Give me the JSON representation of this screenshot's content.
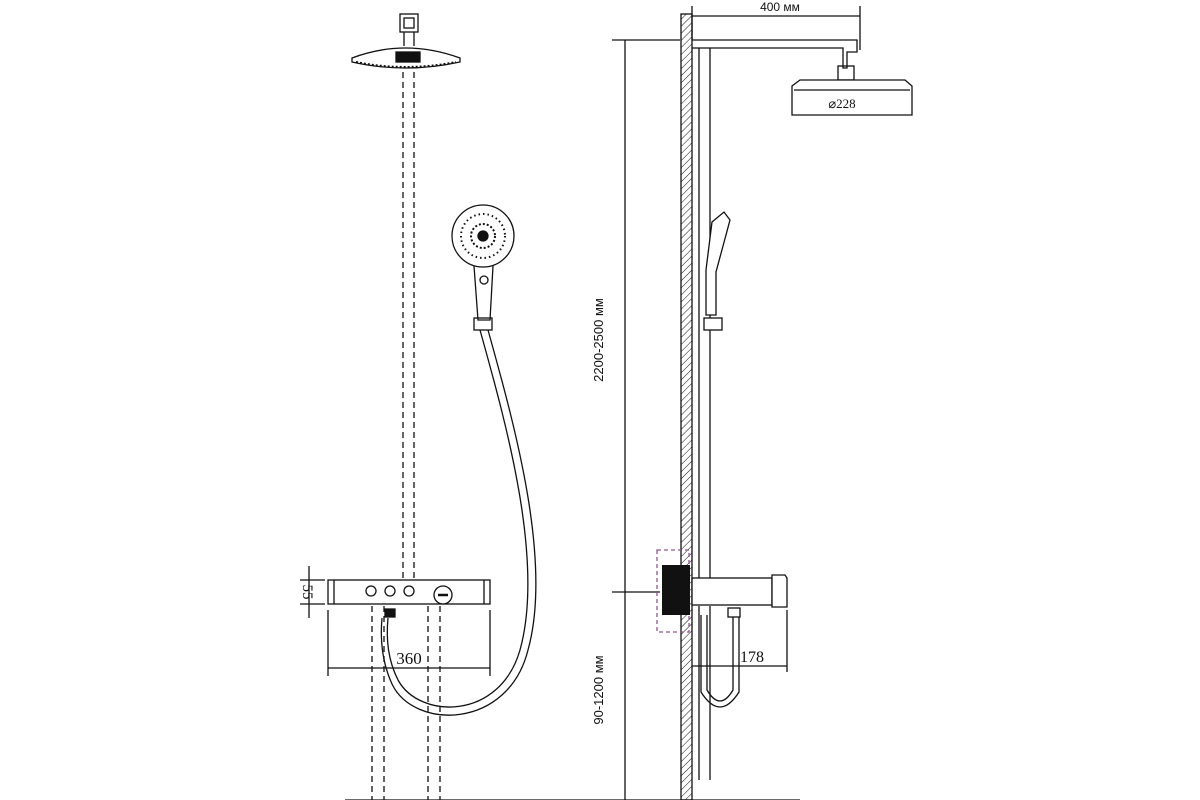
{
  "drawing": {
    "side_view": {
      "arm_length_label": "400 мм",
      "head_diameter_label": "⌀228",
      "total_height_label": "2200-2500 мм",
      "mixer_height_label": "90-1200 мм",
      "shelf_depth_label": "178"
    },
    "front_view": {
      "shelf_width_label": "360",
      "shelf_height_label": "55"
    },
    "colors": {
      "line": "#111111",
      "mixer_outline": "#8a5a8a"
    }
  }
}
